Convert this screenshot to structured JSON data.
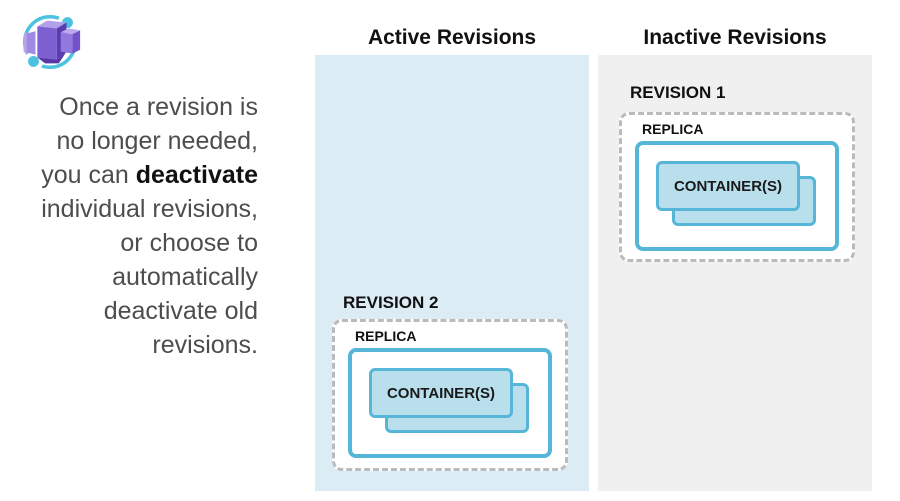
{
  "icons": {
    "logo": "container-apps-icon"
  },
  "intro": {
    "line1": "Once a revision is",
    "line2": "no longer needed,",
    "line3_prefix": "you can ",
    "line3_bold": "deactivate",
    "line4": "individual revisions,",
    "line5": "or choose to",
    "line6": "automatically",
    "line7": "deactivate old",
    "line8": "revisions."
  },
  "columns": {
    "active": {
      "title": "Active Revisions",
      "revision_label": "REVISION 2",
      "replica_label": "REPLICA",
      "container_label": "CONTAINER(S)"
    },
    "inactive": {
      "title": "Inactive Revisions",
      "revision_label": "REVISION 1",
      "replica_label": "REPLICA",
      "container_label": "CONTAINER(S)"
    }
  },
  "colors": {
    "active_panel_bg": "#dcecf5",
    "inactive_panel_bg": "#f0f0f0",
    "outline_blue": "#55b6d7",
    "container_fill": "#b9dfec",
    "dashed_border": "#bbbbbb",
    "heading_text": "#111111",
    "intro_text": "#4d4d4d",
    "icon_purple": "#8064d9",
    "icon_cyan": "#4cc1e0"
  }
}
